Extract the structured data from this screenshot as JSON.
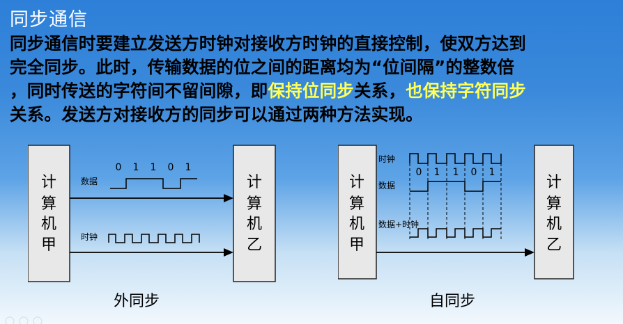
{
  "slide": {
    "title": "同步通信",
    "paragraph": {
      "line1": "同步通信时要建立发送方时钟对接收方时钟的直接控制，使双方达到",
      "line2": "完全同步。此时，传输数据的位之间的距离均为“位间隔”的整数倍",
      "line3_a": "，同时传送的字符间不留间隙，即",
      "line3_hl1": "保持位同步",
      "line3_b": "关系，",
      "line3_hl2": "也保持字符同步",
      "line4": "关系。发送方对接收方的同步可以通过两种方法实现。"
    },
    "highlight_color": "#ffff55"
  },
  "external_sync": {
    "caption": "外同步",
    "sender": [
      "计",
      "算",
      "机",
      "甲"
    ],
    "receiver": [
      "计",
      "算",
      "机",
      "乙"
    ],
    "data_label": "数据",
    "clock_label": "时钟",
    "bits": [
      "0",
      "1",
      "1",
      "0",
      "1"
    ]
  },
  "self_sync": {
    "caption": "自同步",
    "sender": [
      "计",
      "算",
      "机",
      "甲"
    ],
    "receiver": [
      "计",
      "算",
      "机",
      "乙"
    ],
    "clock_label": "时钟",
    "data_label": "数据",
    "combined_label": "数据+时钟",
    "bits": [
      "0",
      "1",
      "1",
      "0",
      "1"
    ]
  }
}
